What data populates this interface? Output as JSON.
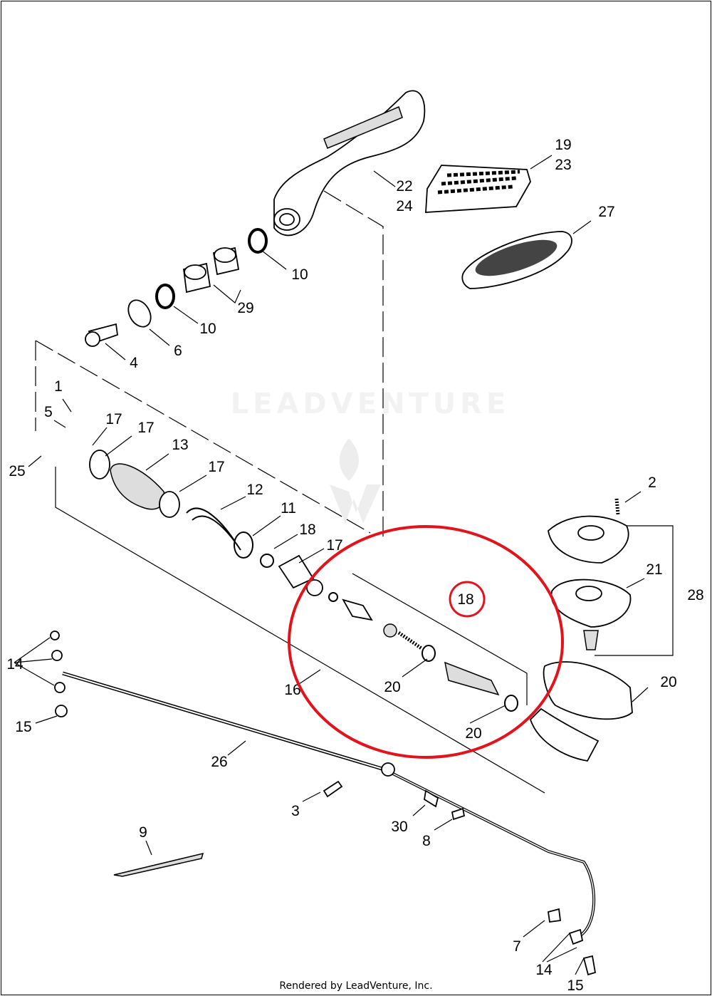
{
  "diagram": {
    "callouts": [
      "19",
      "23",
      "22",
      "24",
      "27",
      "10",
      "29",
      "10",
      "6",
      "4",
      "1",
      "5",
      "17",
      "17",
      "13",
      "25",
      "17",
      "12",
      "11",
      "18",
      "17",
      "18",
      "2",
      "21",
      "28",
      "14",
      "20",
      "16",
      "20",
      "15",
      "20",
      "26",
      "3",
      "30",
      "8",
      "9",
      "7",
      "14",
      "15"
    ],
    "highlighted_callout": "18",
    "highlight_color": "#e3131b",
    "watermark": "LEADVENTURE"
  },
  "footer": {
    "text": "Rendered by LeadVenture, Inc."
  }
}
